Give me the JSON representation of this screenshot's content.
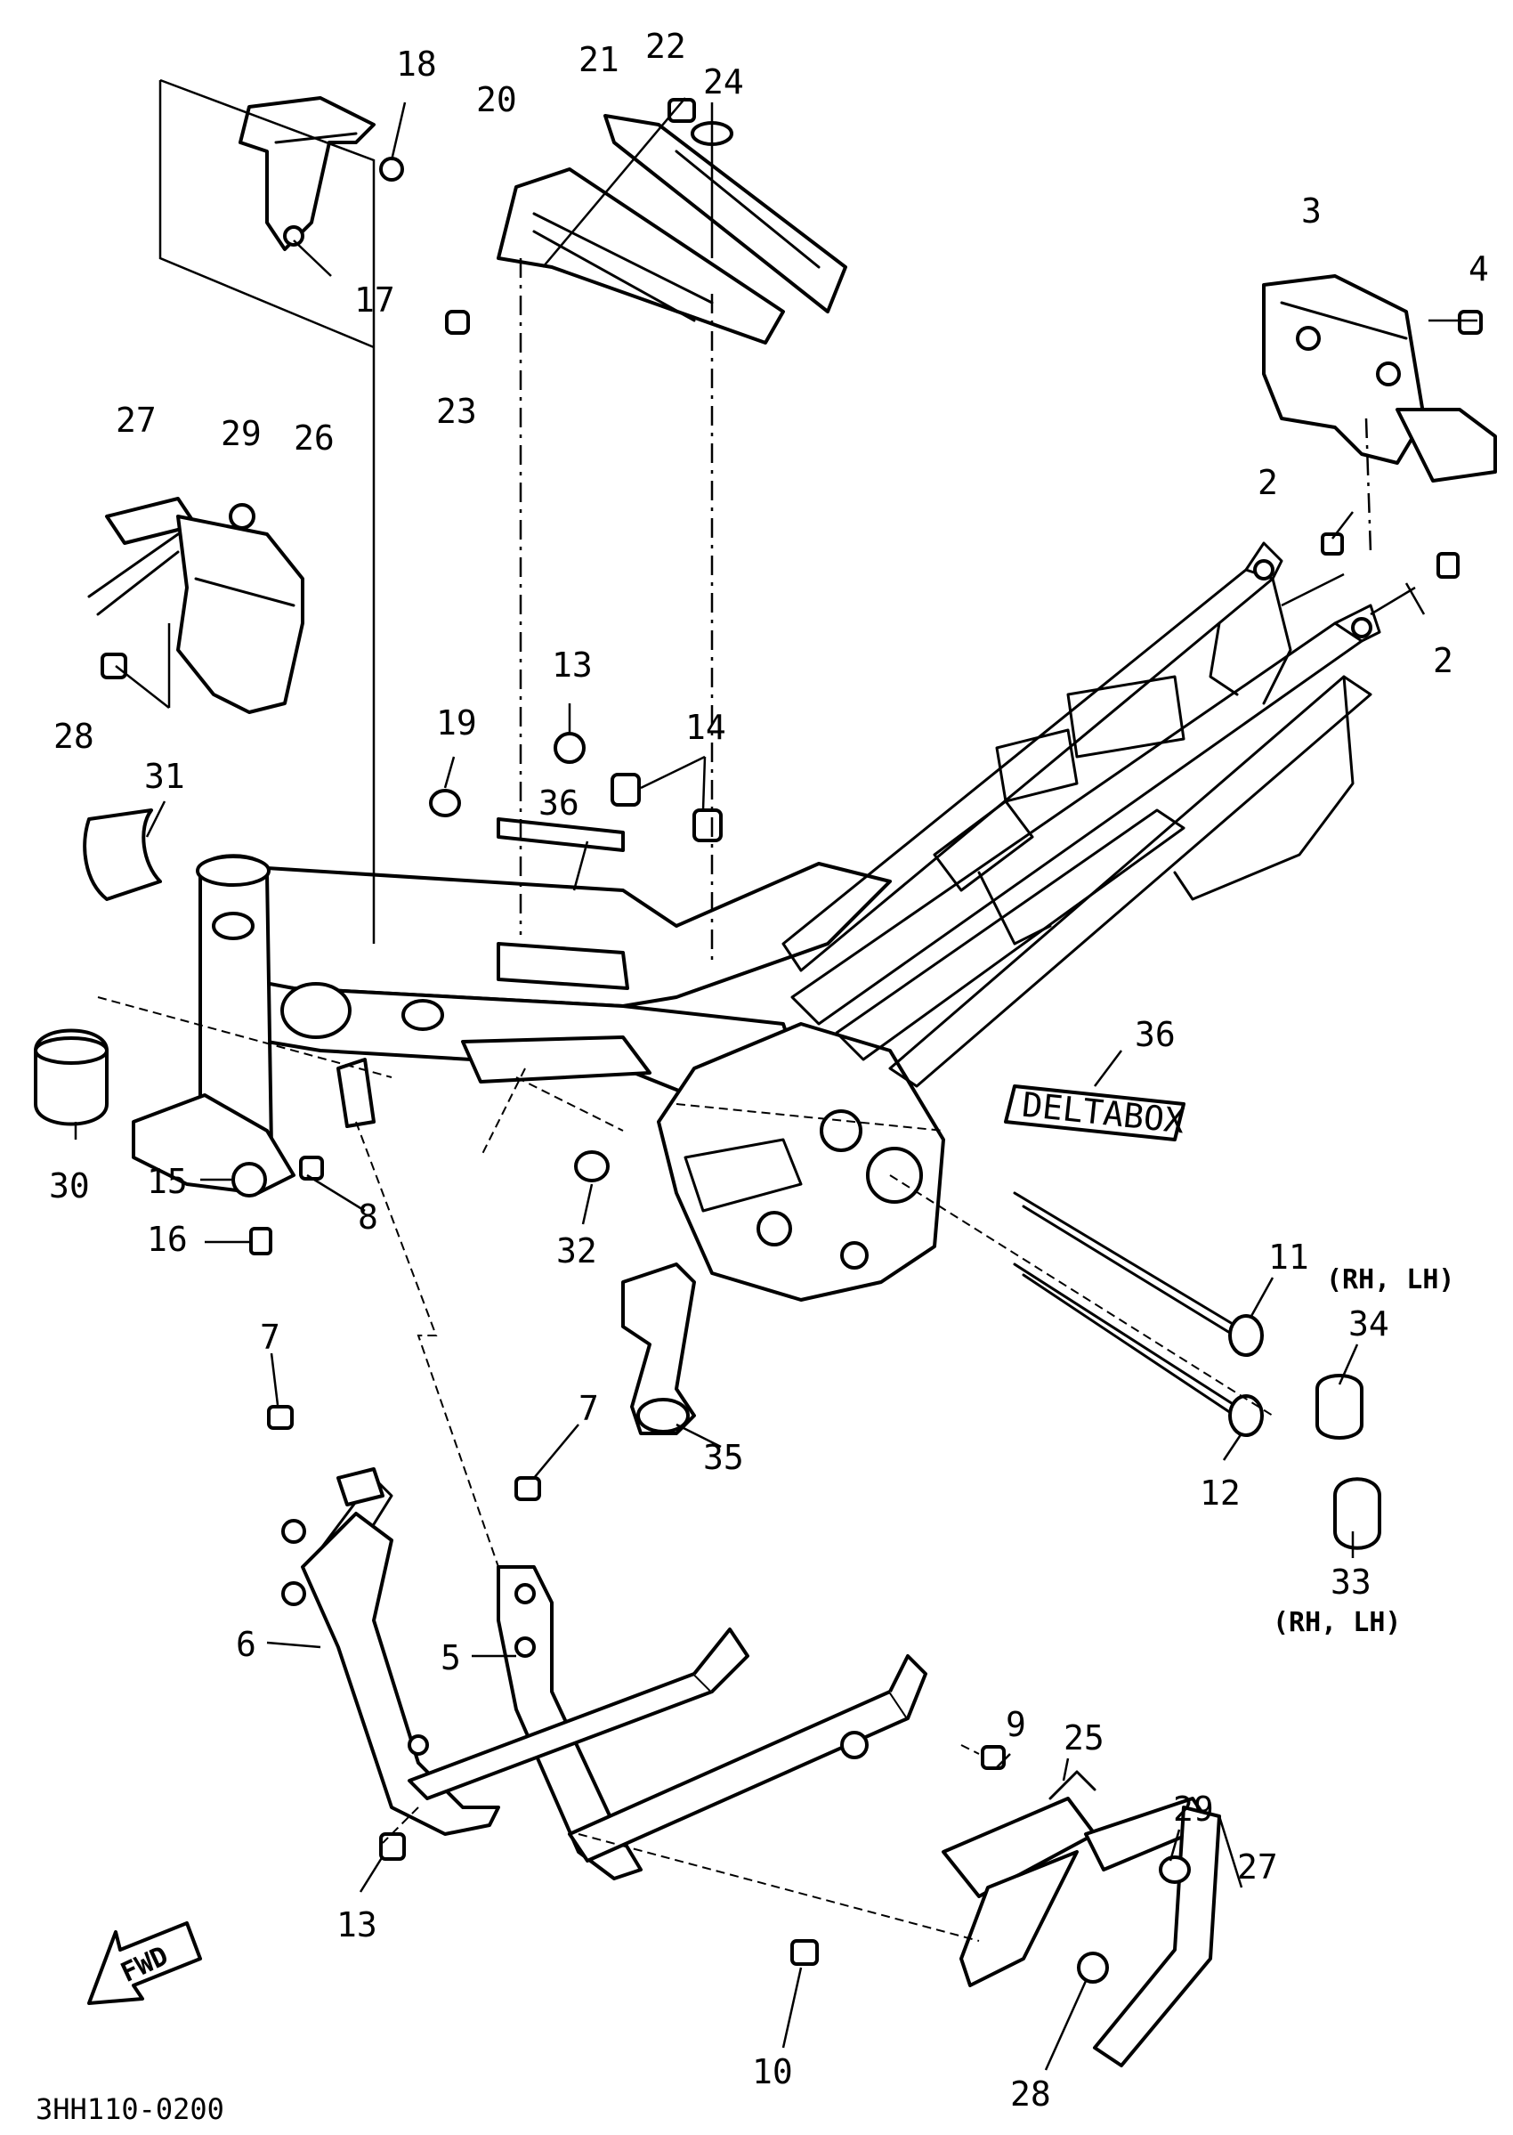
{
  "diagram": {
    "colors": {
      "ink": "#000000",
      "paper": "#ffffff"
    },
    "callouts": {
      "c18": "18",
      "c21": "21",
      "c22": "22",
      "c24": "24",
      "c20": "20",
      "c17": "17",
      "c23": "23",
      "c3": "3",
      "c4": "4",
      "c27a": "27",
      "c29a": "29",
      "c26": "26",
      "c2a": "2",
      "c2b": "2",
      "c28a": "28",
      "c13a": "13",
      "c14": "14",
      "c19": "19",
      "c31": "31",
      "c36a": "36",
      "c36b": "36",
      "c30": "30",
      "c15": "15",
      "c16": "16",
      "c8": "8",
      "c32": "32",
      "c11": "11",
      "c34": "34",
      "c7a": "7",
      "c35": "35",
      "c7b": "7",
      "c12": "12",
      "c33": "33",
      "c6": "6",
      "c5": "5",
      "c9": "9",
      "c25": "25",
      "c29b": "29",
      "c27b": "27",
      "c13b": "13",
      "c10": "10",
      "c28b": "28"
    },
    "decal_text": "DELTABOX",
    "fwd_text": "FWD",
    "side_note_top": "(RH, LH)",
    "side_note_bottom": "(RH, LH)",
    "diagram_code": "3HH110-0200"
  }
}
